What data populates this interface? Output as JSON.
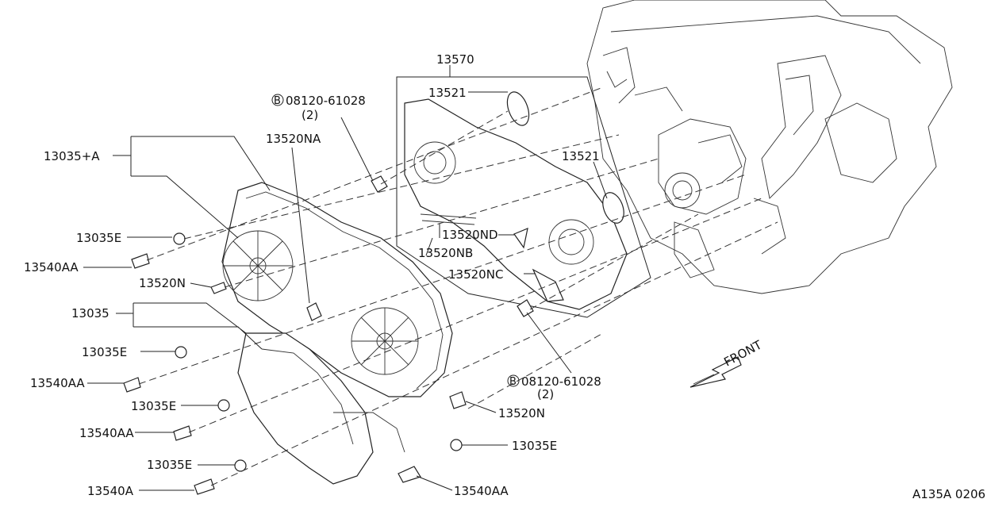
{
  "callouts": {
    "assy_13035_a": "13035+A",
    "bolt_b_top": "08120-61028",
    "bolt_b_top_qty": "(2)",
    "bolt_b_top_prefix": "B",
    "p13520na": "13520NA",
    "p13570": "13570",
    "p13521_a": "13521",
    "p13521_b": "13521",
    "p13520nd": "13520ND",
    "p13520nb": "13520NB",
    "p13520nc": "13520NC",
    "p13035e_1": "13035E",
    "p13540aa_1": "13540AA",
    "p13520n_1": "13520N",
    "p13035": "13035",
    "p13035e_2": "13035E",
    "p13540aa_2": "13540AA",
    "p13035e_3": "13035E",
    "p13540aa_3": "13540AA",
    "p13035e_4": "13035E",
    "p13540a": "13540A",
    "bolt_b_bottom": "08120-61028",
    "bolt_b_bottom_qty": "(2)",
    "bolt_b_bottom_prefix": "B",
    "p13520n_2": "13520N",
    "p13035e_5": "13035E",
    "p13540aa_4": "13540AA"
  },
  "front_label": "FRONT",
  "drawing_code": "A135A 0206"
}
